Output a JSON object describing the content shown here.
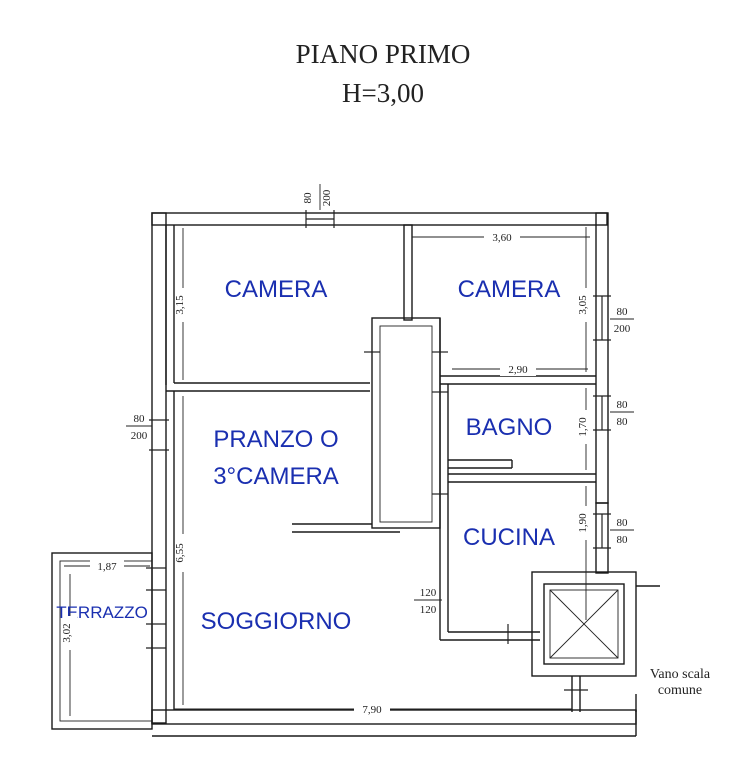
{
  "header": {
    "floor": "PIANO PRIMO",
    "height": "H=3,00"
  },
  "rooms": {
    "camera_left": "CAMERA",
    "camera_right": "CAMERA",
    "pranzo_line1": "PRANZO O",
    "pranzo_line2": "3°CAMERA",
    "bagno": "BAGNO",
    "cucina": "CUCINA",
    "soggiorno": "SOGGIORNO",
    "terrazzo": "TERRAZZO"
  },
  "dimensions": {
    "d_360": "3,60",
    "d_305": "3,05",
    "d_290": "2,90",
    "d_315": "3,15",
    "d_170": "1,70",
    "d_190": "1,90",
    "d_655": "6,55",
    "d_187": "1,87",
    "d_302": "3,02",
    "d_790": "7,90"
  },
  "openings": {
    "top_window": {
      "w": "80",
      "h": "200"
    },
    "right_camera": {
      "w": "80",
      "h": "200"
    },
    "bagno": {
      "w": "80",
      "h": "80"
    },
    "cucina": {
      "w": "80",
      "h": "80"
    },
    "left_window": {
      "w": "80",
      "h": "200"
    },
    "inner_door": {
      "w": "120",
      "h": "120"
    }
  },
  "notes": {
    "stair_line1": "Vano scala",
    "stair_line2": "comune"
  }
}
